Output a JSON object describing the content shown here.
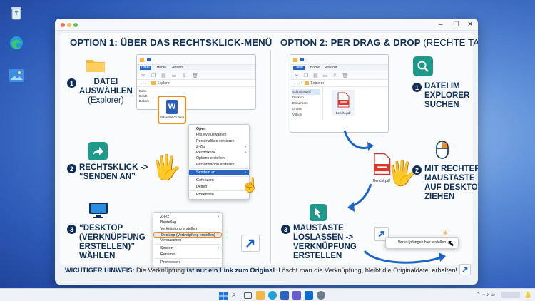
{
  "desktop": {
    "icons": [
      "recycle-bin-icon",
      "edge-icon",
      "photos-icon"
    ]
  },
  "window": {
    "controls": [
      "–",
      "☐",
      "✕"
    ]
  },
  "option1": {
    "title": "OPTION 1: ÜBER DAS RECHTSKLICK-MENÜ",
    "steps": [
      {
        "num": "1",
        "text": "DATEI\nAUSWÄHLEN",
        "sub": "(Explorer)"
      },
      {
        "num": "2",
        "text": "RECHTSKLICK ->\n“SENDEN AN”",
        "sub": ""
      },
      {
        "num": "3",
        "text": "“DESKTOP\n(VERKNÜPFUNG\nERSTELLEN)”\nWÄHLEN",
        "sub": ""
      }
    ],
    "explorer": {
      "tabs": [
        "Datei",
        "Home",
        "Ansicht"
      ],
      "address": "Explorer",
      "sidebar": [
        "Baho",
        "Deskt",
        "Dokum"
      ],
      "file": "Präsentation.docx"
    },
    "context_menu": [
      {
        "label": "Open",
        "bold": true
      },
      {
        "label": "Fits ev auswählen"
      },
      {
        "label": "Personalikes versieren"
      },
      {
        "label": "Z-Zip",
        "arrow": true
      },
      {
        "label": "Rechtsklick",
        "arrow": true
      },
      {
        "label": "Options erstellen"
      },
      {
        "label": "Personsacion erstellen"
      },
      {
        "label": "Sendem an",
        "highlight": true,
        "arrow": true
      },
      {
        "label": "Gefenzern"
      },
      {
        "label": "Deiten"
      },
      {
        "label": "Proferriten"
      }
    ],
    "sendto_menu": [
      {
        "label": "Z-Fix",
        "arrow": true
      },
      {
        "label": "Bestetlag"
      },
      {
        "label": "Verknüpfung erstellen"
      },
      {
        "label": "Desktop (Verknüpfung erstellen)",
        "highlight": true
      },
      {
        "label": "Venuaschen"
      },
      {
        "label": "Sessen",
        "arrow": true
      },
      {
        "label": "Rename"
      },
      {
        "label": "Pronoesten"
      }
    ]
  },
  "option2": {
    "title": "OPTION 2: PER DRAG & DROP",
    "title_suffix": "(RECHTE TASTE)",
    "steps": [
      {
        "num": "1",
        "text": "DATEI IM\nEXPLORER\nSUCHEN"
      },
      {
        "num": "2",
        "text": "MIT RECHTER\nMAUSTASTE\nAUF DESKTOP\nZIEHEN"
      },
      {
        "num": "3",
        "text": "MAUSTASTE\nLOSLASSEN ->\nVERKNÜPFUNG\nERSTELLEN"
      }
    ],
    "explorer": {
      "tabs": [
        "Datei",
        "Home",
        "Ansicht"
      ],
      "address": "Explorer",
      "sidebar": [
        "Schnellzugriff",
        "Desktop",
        "Dokumente",
        "Onlinin",
        "Videos"
      ],
      "file": "Bericht.pdf"
    },
    "drag_file": "Bericht.pdf",
    "drop_menu_item": "Verknüpfungen hier erstellen"
  },
  "hint": {
    "label": "WICHTIGER HINWEIS:",
    "text1": "Die Verknüpfung",
    "bold": "ist nur ein Link zum Original",
    "text2": ". Löscht man die Verknüpfung, bleibt die Originaldatei erhalten!"
  },
  "taskbar": {
    "icons": [
      "start-icon",
      "search-icon",
      "task-view-icon",
      "explorer-icon",
      "edge-icon",
      "store-icon",
      "teams-icon",
      "mail-icon",
      "settings-icon"
    ],
    "tray_time": "",
    "tray_date": ""
  }
}
